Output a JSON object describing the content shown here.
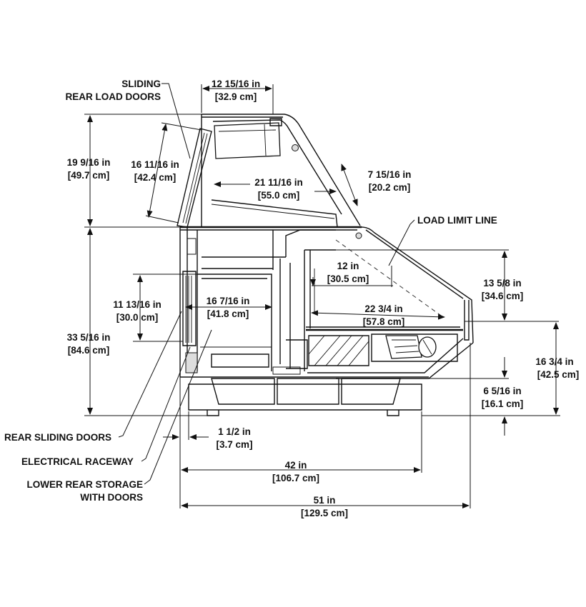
{
  "callouts": {
    "sliding_rear_load_doors": [
      "SLIDING",
      "REAR LOAD DOORS"
    ],
    "load_limit_line": "LOAD LIMIT LINE",
    "rear_sliding_doors": "REAR SLIDING DOORS",
    "electrical_raceway": "ELECTRICAL RACEWAY",
    "lower_rear_storage": [
      "LOWER REAR STORAGE",
      "WITH DOORS"
    ]
  },
  "dimensions": {
    "top_depth": [
      "12 15/16 in",
      "[32.9 cm]"
    ],
    "canopy_height": [
      "19 9/16 in",
      "[49.7 cm]"
    ],
    "rear_door_height": [
      "16 11/16 in",
      "[42.4 cm]"
    ],
    "shelf_depth": [
      "21 11/16 in",
      "[55.0 cm]"
    ],
    "glass_height": [
      "7 15/16 in",
      "[20.2 cm]"
    ],
    "load_depth": [
      "12 in",
      "[30.5 cm]"
    ],
    "display_height": [
      "13 5/8 in",
      "[34.6 cm]"
    ],
    "storage_height": [
      "11 13/16 in",
      "[30.0 cm]"
    ],
    "storage_depth": [
      "16 7/16 in",
      "[41.8 cm]"
    ],
    "deck_depth": [
      "22 3/4 in",
      "[57.8 cm]"
    ],
    "overall_height": [
      "33 5/16 in",
      "[84.6 cm]"
    ],
    "deck_height": [
      "16 3/4 in",
      "[42.5 cm]"
    ],
    "front_height": [
      "6 5/16 in",
      "[16.1 cm]"
    ],
    "rear_offset": [
      "1 1/2 in",
      "[3.7 cm]"
    ],
    "base_depth": [
      "42 in",
      "[106.7 cm]"
    ],
    "overall_depth": [
      "51 in",
      "[129.5 cm]"
    ]
  }
}
